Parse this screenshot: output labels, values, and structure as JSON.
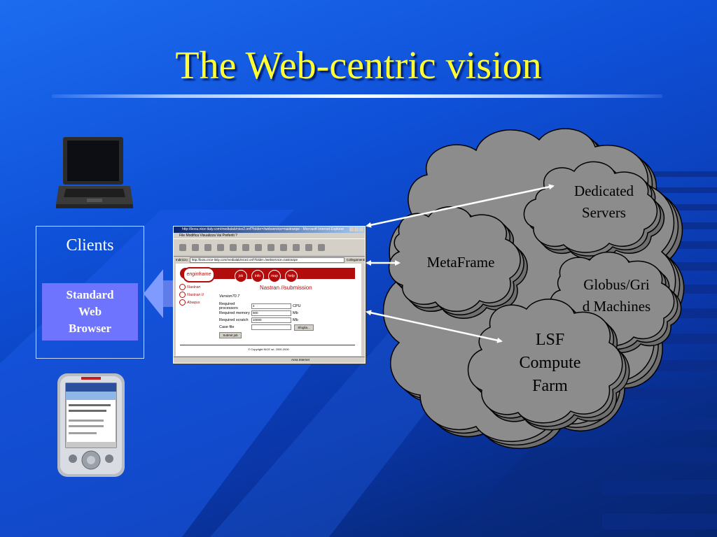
{
  "slide": {
    "title": "The Web-centric vision"
  },
  "clients": {
    "label": "Clients",
    "browser_label": "Standard\nWeb\nBrowser"
  },
  "browser_window": {
    "titlebar": "http://bosu.nice-italy.com/medialab/nice2.onf?folder=/webservice=nastranpe - Microsoft Internet Explorer",
    "menu": "File  Modifica  Visualizza  Vai  Preferiti  ?",
    "address_label": "Indirizzo",
    "address_value": "http://bosu.nice-italy.com/medialab/nice2.onf?folder=/webservice=nastranpe",
    "links_label": "Collegamenti",
    "logo": "enginframe",
    "nav": [
      "job",
      "info",
      "map",
      "help"
    ],
    "page_title": "Nastran //submission",
    "side_links": [
      "Nastran",
      "Nastran II",
      "Abaqus"
    ],
    "version": "Version70.7",
    "form": {
      "processors_label": "Required processors",
      "processors_value": "4",
      "processors_unit": "CPU",
      "memory_label": "Required memory",
      "memory_value": "900",
      "memory_unit": "Mb",
      "scratch_label": "Required scratch",
      "scratch_value": "10000",
      "scratch_unit": "Mb",
      "case_label": "Case file",
      "browse_label": "Sfoglia...",
      "submit_label": "Submit job"
    },
    "copyright": "© Copyright NICE srl, 2000-2000",
    "status_zone": "Area Internet"
  },
  "clouds": {
    "dedicated": "Dedicated\nServers",
    "metaframe": "MetaFrame",
    "globus": "Globus/Gri\nd Machines",
    "lsf": "LSF\nCompute\nFarm"
  },
  "colors": {
    "title": "#ffff33",
    "cloud_fill": "#8c8c8c",
    "std_browser": "#6f74ff",
    "enginframe_red": "#b20c0c"
  }
}
